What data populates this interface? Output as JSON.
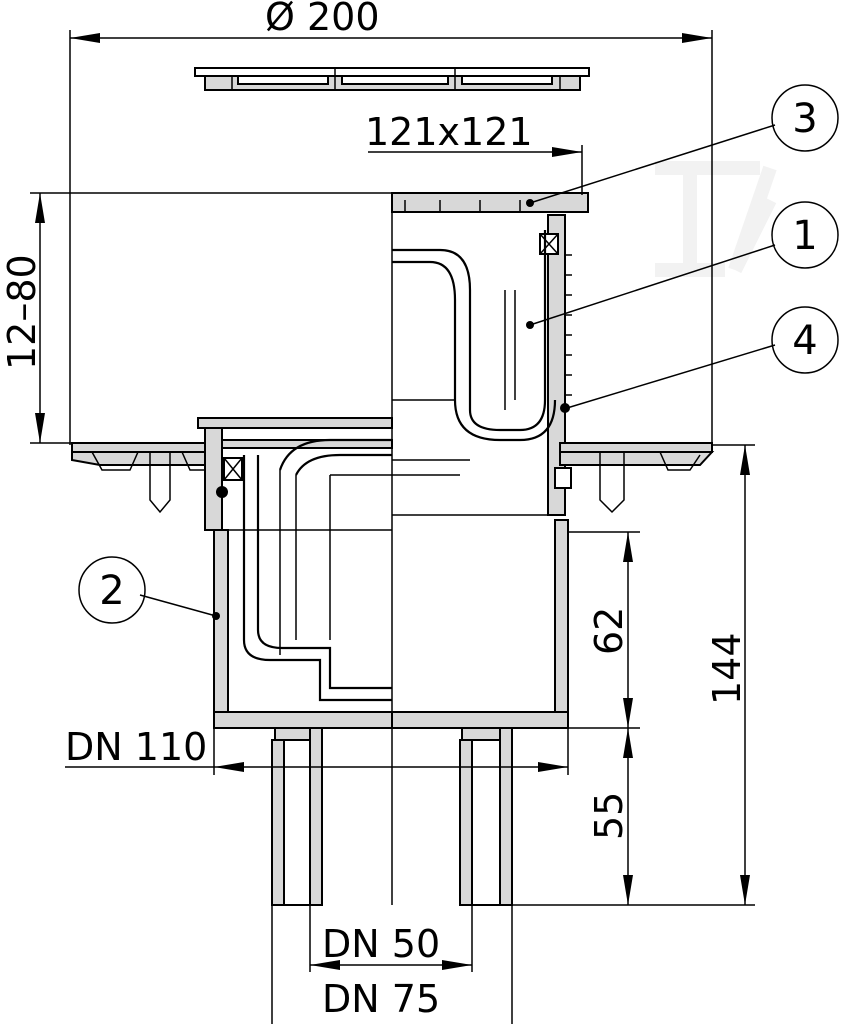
{
  "dimensions": {
    "diameter": "Ø 200",
    "grate": "121x121",
    "height_range": "12–80",
    "outlet_inner": "DN 50",
    "outlet_outer": "DN 75",
    "body": "DN 110",
    "depth_62": "62",
    "depth_55": "55",
    "depth_144": "144"
  },
  "callouts": [
    "3",
    "1",
    "4",
    "2"
  ],
  "colors": {
    "line": "#000000",
    "fill": "#d8d8d8",
    "background": "#ffffff",
    "watermark": "#f2f2f2"
  }
}
